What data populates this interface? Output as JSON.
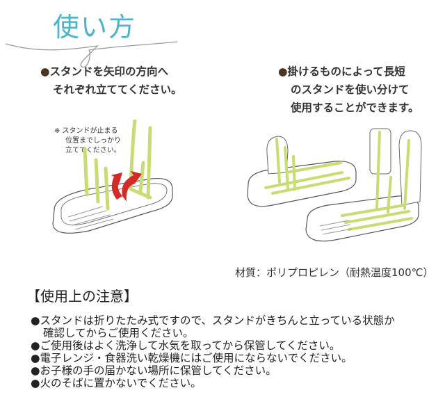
{
  "title": "使い方",
  "instructions": {
    "left": {
      "bullet": "●",
      "lines": [
        "スタンドを矢印の方向へ",
        "それぞれ立ててください。"
      ]
    },
    "right": {
      "bullet": "●",
      "lines": [
        "掛けるものによって長短",
        "のスタンドを使い分けて",
        "使用することができます。"
      ]
    }
  },
  "note": {
    "lines": [
      "※ スタンドが止まる",
      "位置までしっかり",
      "立ててください。"
    ]
  },
  "material": "材質：ポリプロピレン（耐熱温度100℃）",
  "cautions": {
    "heading": "【使用上の注意】",
    "bullet": "●",
    "items": [
      {
        "line1": "スタンドは折りたたみ式ですので、スタンドがきちんと立っている状態か",
        "line2": "確認してからご使用ください。"
      },
      {
        "line1": "ご使用後はよく洗浄して水気を取ってから保管してください。"
      },
      {
        "line1": "電子レンジ・食器洗い乾燥機にはご使用にならないでください。"
      },
      {
        "line1": "お子様の手の届かない場所に保管してください。"
      },
      {
        "line1": "火のそばに置かないでください。"
      }
    ]
  },
  "colors": {
    "title": "#4db3cb",
    "stand": "#c8dc74",
    "arrow": "#d42a28"
  }
}
